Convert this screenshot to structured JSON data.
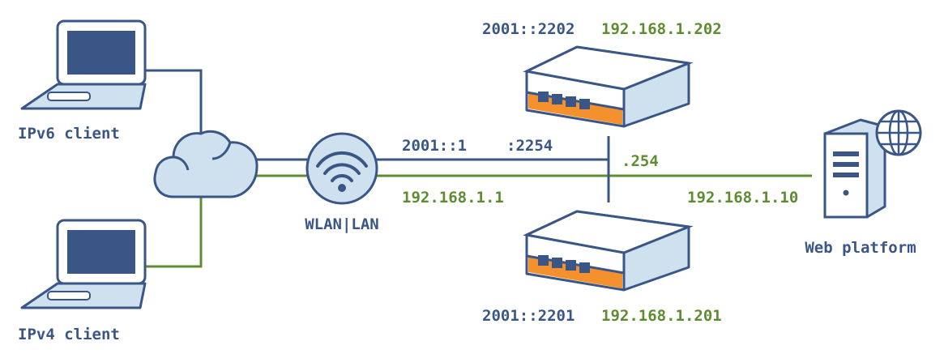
{
  "colors": {
    "ipv6": "#3a5687",
    "ipv4": "#5e8c31",
    "outline": "#3a5687",
    "fill_light": "#cfe1ef",
    "fill_white": "#ffffff",
    "accent": "#f4912c",
    "screen": "#3a5687"
  },
  "nodes": {
    "ipv6_client": {
      "label": "IPv6 client",
      "icon": "laptop-icon"
    },
    "ipv4_client": {
      "label": "IPv4 client",
      "icon": "laptop-icon"
    },
    "cloud": {
      "icon": "cloud-icon"
    },
    "wlan_lan": {
      "label": "WLAN|LAN",
      "icon": "wifi-icon"
    },
    "router_top": {
      "icon": "router-icon",
      "ipv6": "2001::2202",
      "ipv4": "192.168.1.202"
    },
    "router_bottom": {
      "icon": "router-icon",
      "ipv6": "2001::2201",
      "ipv4": "192.168.1.201"
    },
    "web_platform": {
      "label": "Web platform",
      "icon": "server-globe-icon"
    }
  },
  "links": {
    "gateway_ipv6": "2001::1",
    "gateway_ipv4": "192.168.1.1",
    "switch_ipv6": ":2254",
    "switch_ipv4": ".254",
    "platform_ipv4": "192.168.1.10"
  }
}
